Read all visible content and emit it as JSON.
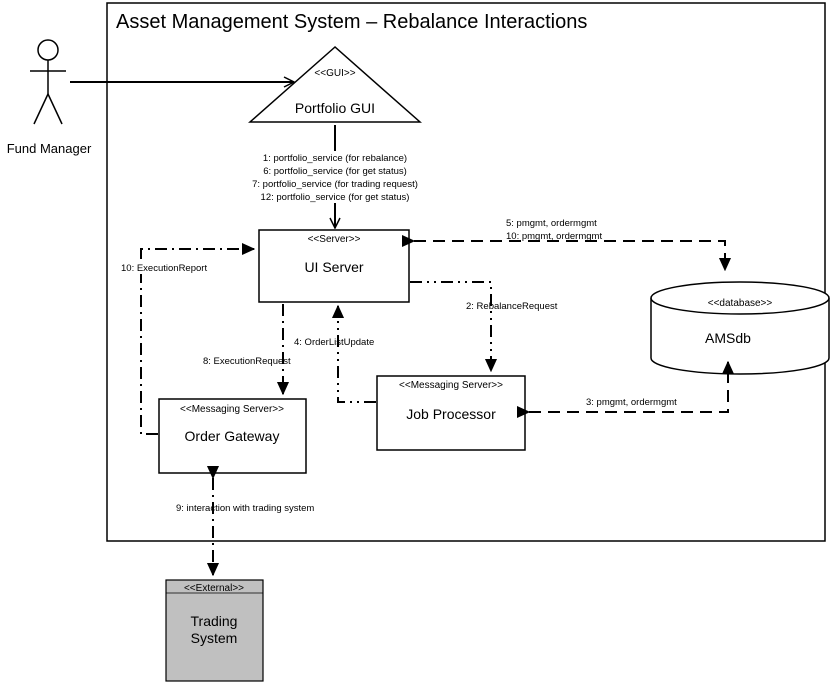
{
  "title": "Asset Management System – Rebalance Interactions",
  "actor": {
    "label": "Fund Manager"
  },
  "nodes": {
    "gui": {
      "stereotype": "<<GUI>>",
      "label": "Portfolio GUI"
    },
    "ui_server": {
      "stereotype": "<<Server>>",
      "label": "UI Server"
    },
    "amsdb": {
      "stereotype": "<<database>>",
      "label": "AMSdb"
    },
    "job_processor": {
      "stereotype": "<<Messaging Server>>",
      "label": "Job Processor"
    },
    "order_gateway": {
      "stereotype": "<<Messaging Server>>",
      "label": "Order Gateway"
    },
    "trading_system": {
      "stereotype": "<<External>>",
      "label_line1": "Trading",
      "label_line2": "System"
    }
  },
  "edges": {
    "gui_to_server": [
      "1: portfolio_service (for rebalance)",
      "6: portfolio_service (for get status)",
      "7: portfolio_service (for trading request)",
      "12: portfolio_service (for get status)"
    ],
    "server_db": [
      "5: pmgmt, ordermgmt",
      "10: pmgmt, ordermgmt"
    ],
    "rebalance_request": "2: RebalanceRequest",
    "job_db": "3: pmgmt, ordermgmt",
    "order_list_update": "4: OrderListUpdate",
    "execution_request": "8: ExecutionRequest",
    "execution_report": "10: ExecutionReport",
    "trading_interaction": "9: interaction with trading system"
  },
  "colors": {
    "external_fill": "#c0c0c0",
    "line": "#000000",
    "background": "#ffffff"
  }
}
